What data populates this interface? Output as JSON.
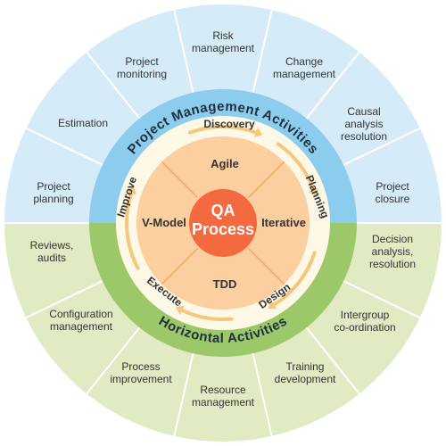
{
  "colors": {
    "top_outer": "#d6ebf8",
    "bottom_outer": "#e0ebc4",
    "top_ring": "#8ccdee",
    "bottom_ring": "#9cc86a",
    "phase_ring": "#fdf9e6",
    "inner_circle": "#fbcf9f",
    "center": "#f4693f",
    "arrow": "#f7c67e",
    "divider": "#ffffff",
    "center_divider": "#f0aa6a"
  },
  "center": {
    "title": "QA",
    "subtitle": "Process"
  },
  "ring_labels": {
    "top": "Project Management Activities",
    "bottom": "Horizontal Activities"
  },
  "methods": {
    "top": "Agile",
    "right": "Iterative",
    "bottom": "TDD",
    "left": "V-Model"
  },
  "phases": [
    {
      "id": "discovery",
      "label": "Discovery"
    },
    {
      "id": "planning",
      "label": "Planning"
    },
    {
      "id": "design",
      "label": "Design"
    },
    {
      "id": "execute",
      "label": "Execute"
    },
    {
      "id": "improve",
      "label": "Improve"
    }
  ],
  "project_management": [
    {
      "id": "project-planning",
      "lines": [
        "Project",
        "planning"
      ]
    },
    {
      "id": "estimation",
      "lines": [
        "Estimation"
      ]
    },
    {
      "id": "project-monitoring",
      "lines": [
        "Project",
        "monitoring"
      ]
    },
    {
      "id": "risk-management",
      "lines": [
        "Risk",
        "management"
      ]
    },
    {
      "id": "change-management",
      "lines": [
        "Change",
        "management"
      ]
    },
    {
      "id": "causal-analysis-resolution",
      "lines": [
        "Causal",
        "analysis",
        "resolution"
      ]
    },
    {
      "id": "project-closure",
      "lines": [
        "Project",
        "closure"
      ]
    }
  ],
  "horizontal": [
    {
      "id": "decision-analysis-resolution",
      "lines": [
        "Decision",
        "analysis,",
        "resolution"
      ]
    },
    {
      "id": "intergroup-coordination",
      "lines": [
        "Intergroup",
        "co-ordination"
      ]
    },
    {
      "id": "training-development",
      "lines": [
        "Training",
        "development"
      ]
    },
    {
      "id": "resource-management",
      "lines": [
        "Resource",
        "management"
      ]
    },
    {
      "id": "process-improvement",
      "lines": [
        "Process",
        "improvement"
      ]
    },
    {
      "id": "configuration-management",
      "lines": [
        "Configuration",
        "management"
      ]
    },
    {
      "id": "reviews-audits",
      "lines": [
        "Reviews,",
        "audits"
      ]
    }
  ]
}
